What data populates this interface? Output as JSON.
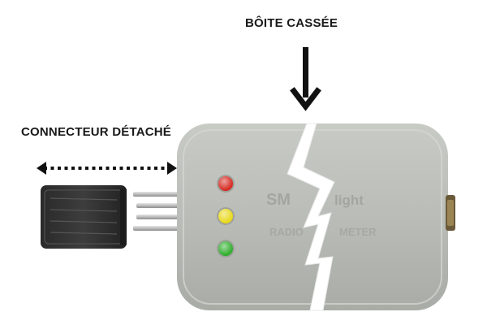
{
  "annotations": {
    "broken_case_label": "BÔITE CASSÉE",
    "detached_connector_label": "CONNECTEUR DÉTACHÉ"
  },
  "device": {
    "brand_text_left": "SM",
    "brand_text_right": "light",
    "sub_text_left": "RADIO",
    "sub_text_right": "METER",
    "leds": [
      {
        "name": "red",
        "color": "#d62a21"
      },
      {
        "name": "yellow",
        "color": "#e8d81c"
      },
      {
        "name": "green",
        "color": "#2fae2c"
      }
    ],
    "case_color": "#b9bcb6",
    "arrow_color": "#111111"
  }
}
